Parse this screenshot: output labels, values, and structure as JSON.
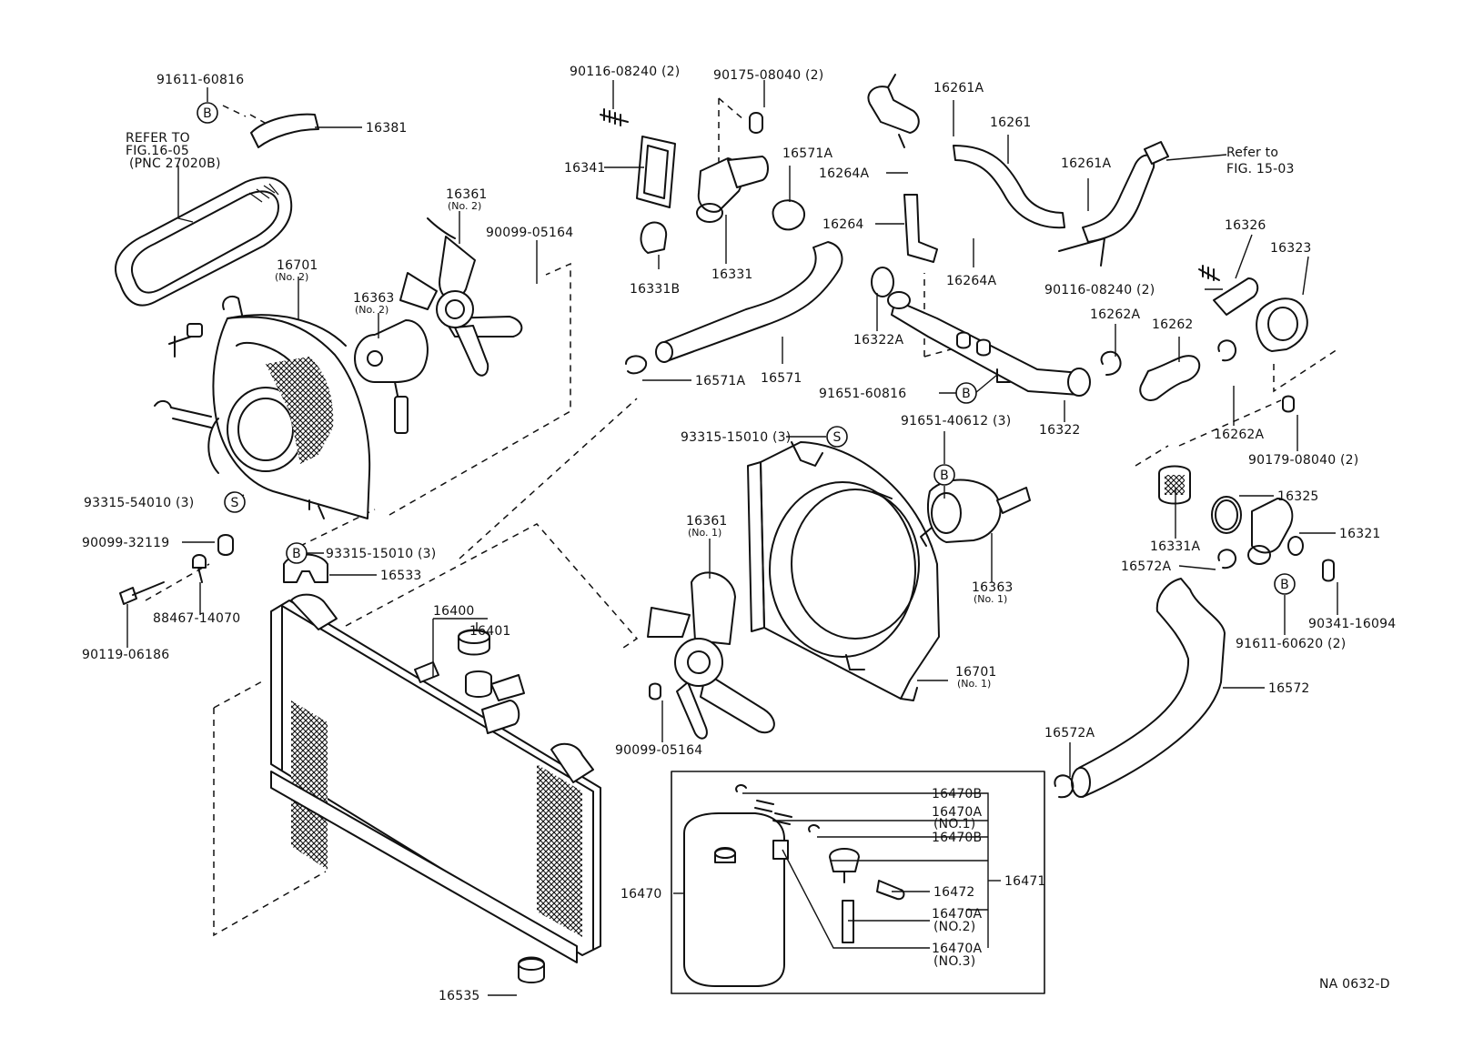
{
  "labels": {
    "p91611_60816": "91611-60816",
    "p16381": "16381",
    "refer_l1": "REFER TO",
    "refer_l2": "FIG.16-05",
    "refer_l3": "(PNC 27020B)",
    "p16361_top": "16361",
    "no2_a": "(No. 2)",
    "p90099_05164_top": "90099-05164",
    "p16701_top": "16701",
    "no2_b": "(No. 2)",
    "p16363_top": "16363",
    "no2_c": "(No. 2)",
    "p93315_54010": "93315-54010 (3)",
    "p90099_32119": "90099-32119",
    "p93315_15010_left": "93315-15010 (3)",
    "p16533": "16533",
    "p88467_14070": "88467-14070",
    "p90119_06186": "90119-06186",
    "p16400": "16400",
    "p16401": "16401",
    "p16535": "16535",
    "p90116_08240_top": "90116-08240 (2)",
    "p90175_08040": "90175-08040 (2)",
    "p16341": "16341",
    "p16571A_top": "16571A",
    "p16331B": "16331B",
    "p16331": "16331",
    "p16571": "16571",
    "p16571A_bot": "16571A",
    "p16261A_top": "16261A",
    "p16261": "16261",
    "p16264A_top": "16264A",
    "p16264": "16264",
    "p16264A_bot": "16264A",
    "p16261A_mid": "16261A",
    "refer_r1": "Refer to",
    "refer_r2": "FIG. 15-03",
    "p16326": "16326",
    "p16323": "16323",
    "p90116_08240_right": "90116-08240 (2)",
    "p16322A": "16322A",
    "p16262A_top": "16262A",
    "p16262": "16262",
    "p91651_60816": "91651-60816",
    "p16322": "16322",
    "p16262A_bot": "16262A",
    "p90179_08040": "90179-08040 (2)",
    "p93315_15010_mid": "93315-15010 (3)",
    "p91651_40612": "91651-40612 (3)",
    "p16361_mid": "16361",
    "no1_a": "(No. 1)",
    "p16363_mid": "16363",
    "no1_b": "(No. 1)",
    "p16701_mid": "16701",
    "no1_c": "(No. 1)",
    "p90099_05164_bot": "90099-05164",
    "p16331A": "16331A",
    "p16325": "16325",
    "p16321": "16321",
    "p16572A_top": "16572A",
    "p90341_16094": "90341-16094",
    "p91611_60620": "91611-60620 (2)",
    "p16572": "16572",
    "p16572A_bot": "16572A",
    "p16470B_1": "16470B",
    "p16470A_1": "16470A",
    "no1_box": "(NO.1)",
    "p16470B_2": "16470B",
    "p16472": "16472",
    "p16471": "16471",
    "p16470": "16470",
    "p16470A_2": "16470A",
    "no2_box": "(NO.2)",
    "p16470A_3": "16470A",
    "no3_box": "(NO.3)",
    "footer_code": "NA 0632-D"
  },
  "badges": {
    "b": "B",
    "s": "S"
  }
}
